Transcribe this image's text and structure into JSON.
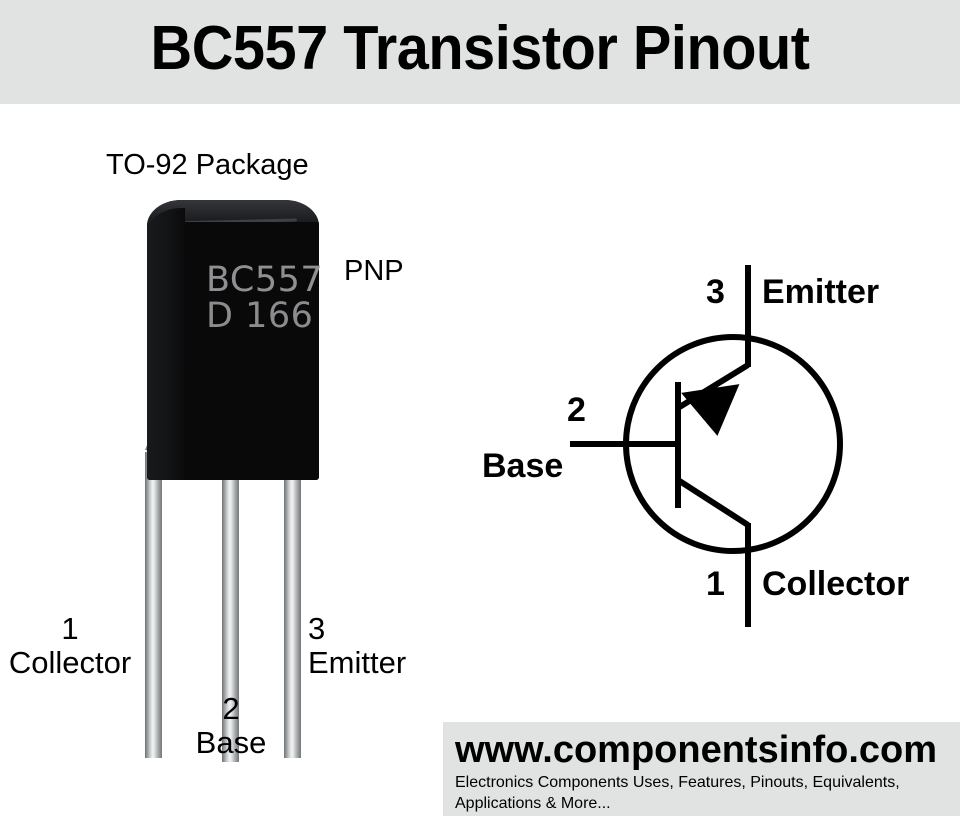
{
  "header": {
    "title": "BC557 Transistor Pinout",
    "band_color": "#e1e2e2"
  },
  "package": {
    "package_label": "TO-92 Package",
    "polarity_label": "PNP",
    "body_marking_line1": "BC557",
    "body_marking_line2": "D 166",
    "body_color": "#0d0d0e",
    "marking_text_color": "#8f9093",
    "lead_color": "#c9cccd",
    "pins": [
      {
        "number": "1",
        "name": "Collector"
      },
      {
        "number": "2",
        "name": "Base"
      },
      {
        "number": "3",
        "name": "Emitter"
      }
    ]
  },
  "symbol": {
    "type": "PNP bipolar junction transistor",
    "stroke_color": "#000000",
    "terminals": [
      {
        "number": "3",
        "name": "Emitter",
        "position": "top"
      },
      {
        "number": "2",
        "name": "Base",
        "position": "left"
      },
      {
        "number": "1",
        "name": "Collector",
        "position": "bottom"
      }
    ]
  },
  "footer": {
    "site_url": "www.componentsinfo.com",
    "tagline": "Electronics Components Uses, Features, Pinouts, Equivalents, Applications & More...",
    "band_color": "#e1e2e2"
  }
}
